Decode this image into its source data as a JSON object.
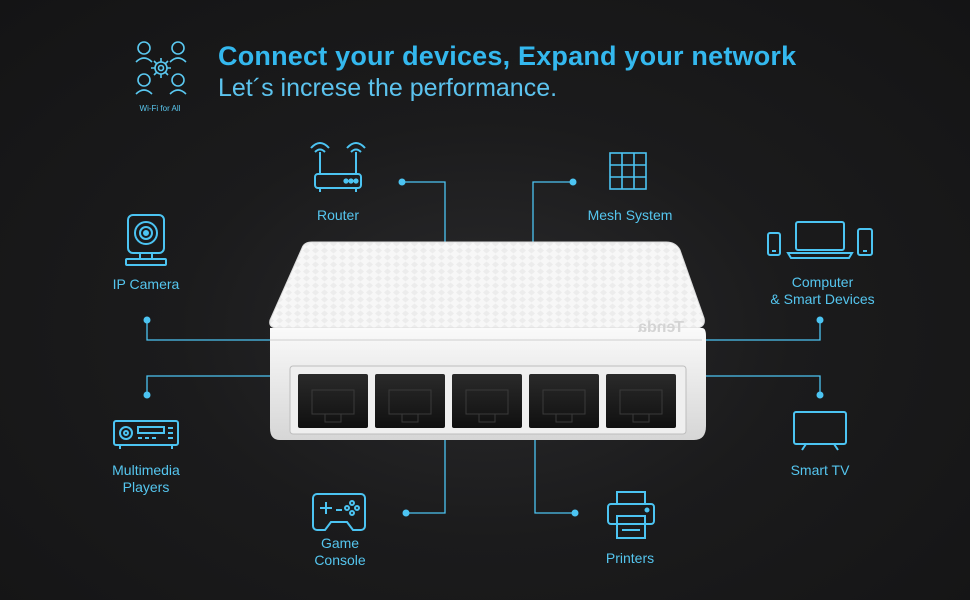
{
  "header": {
    "logo_caption": "Wi-Fi for All",
    "headline": "Connect your devices, Expand your network",
    "subline": "Let´s increse the performance."
  },
  "devices": {
    "router": "Router",
    "mesh": "Mesh System",
    "ip_camera": "IP Camera",
    "computer_line1": "Computer",
    "computer_line2": "& Smart Devices",
    "multimedia_line1": "Multimedia",
    "multimedia_line2": "Players",
    "smart_tv": "Smart TV",
    "game_line1": "Game",
    "game_line2": "Console",
    "printers": "Printers"
  },
  "product": {
    "brand": "Tenda",
    "port_count": 5
  },
  "colors": {
    "accent": "#34b8ee",
    "line": "#4cc4f2",
    "background": "#1b1b1c"
  },
  "icons": [
    "wifi-for-all-icon",
    "router-icon",
    "mesh-system-icon",
    "ip-camera-icon",
    "computer-smart-devices-icon",
    "multimedia-player-icon",
    "smart-tv-icon",
    "game-console-icon",
    "printer-icon"
  ]
}
